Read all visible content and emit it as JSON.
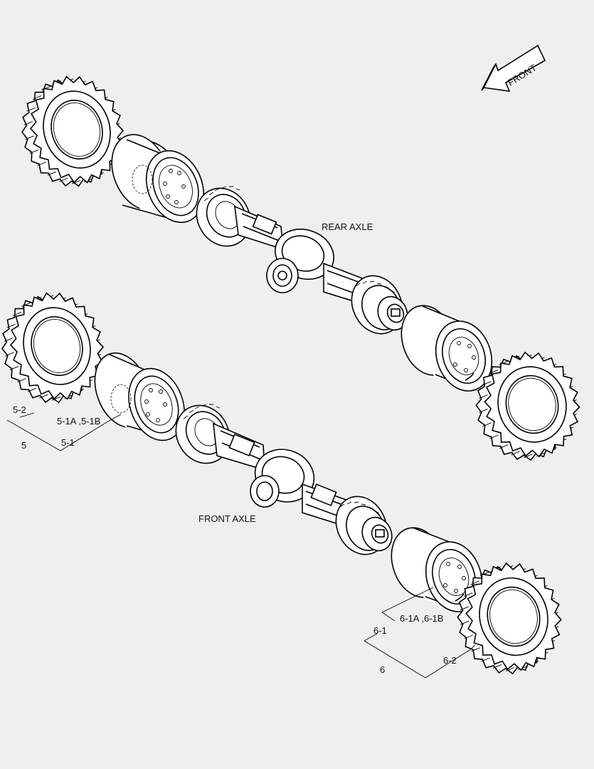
{
  "labels": {
    "front_arrow": "FRONT",
    "rear_axle": "REAR AXLE",
    "front_axle": "FRONT AXLE",
    "c5_2": "5-2",
    "c5": "5",
    "c5_1": "5-1",
    "c5_1ab": "5-1A ,5-1B",
    "c6_1ab": "6-1A ,6-1B",
    "c6_1": "6-1",
    "c6": "6",
    "c6_2": "6-2"
  }
}
